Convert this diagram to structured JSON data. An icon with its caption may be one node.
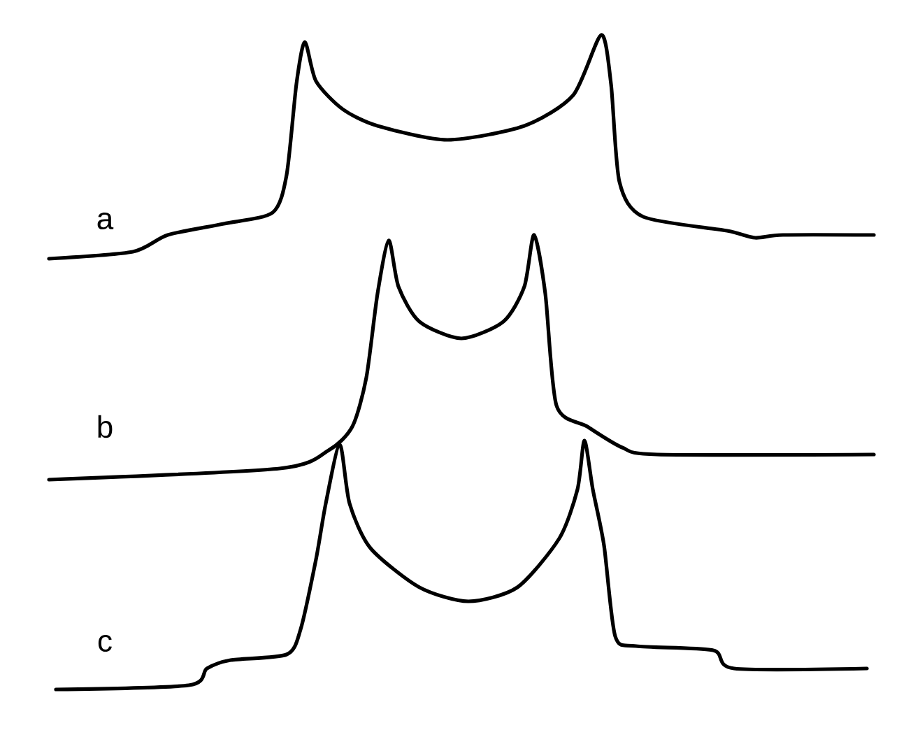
{
  "diagram": {
    "labels": [
      "a",
      "b",
      "c"
    ]
  }
}
